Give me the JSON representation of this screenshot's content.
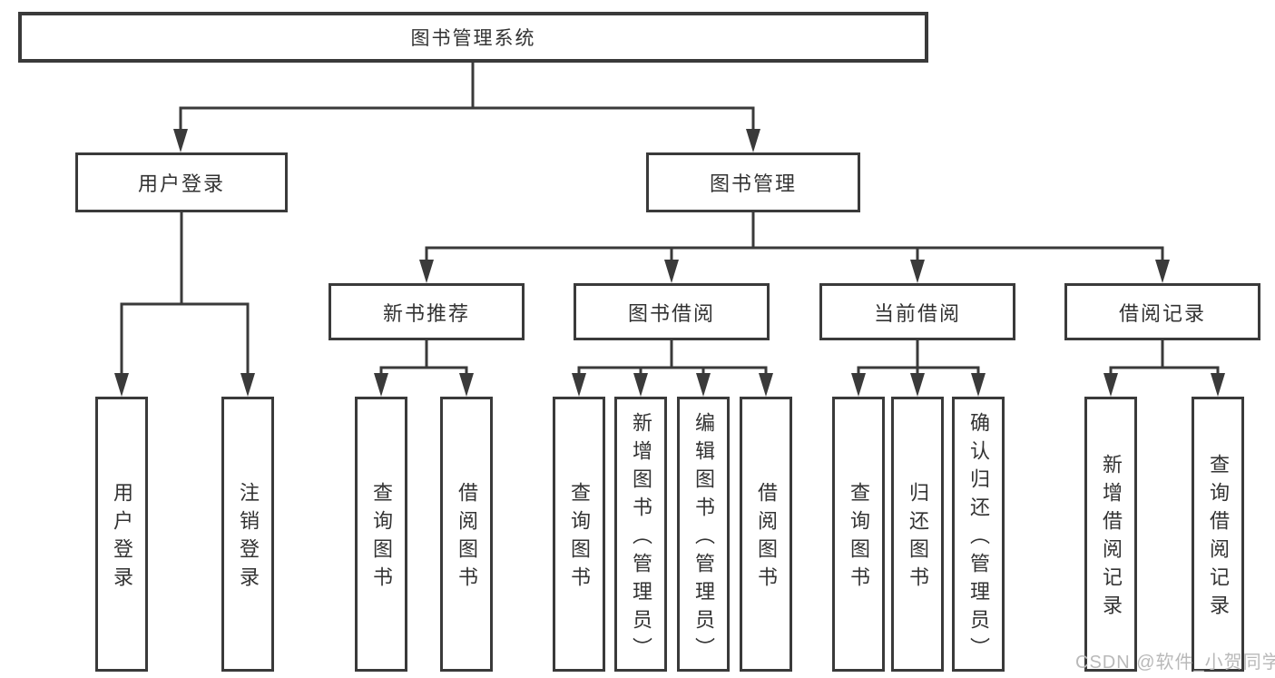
{
  "diagram": {
    "root": {
      "label": "图书管理系统"
    },
    "level2": [
      {
        "id": "user-login",
        "label": "用户登录"
      },
      {
        "id": "book-management",
        "label": "图书管理"
      }
    ],
    "level3": [
      {
        "id": "new-book-recommend",
        "label": "新书推荐"
      },
      {
        "id": "book-borrowing",
        "label": "图书借阅"
      },
      {
        "id": "current-borrowing",
        "label": "当前借阅"
      },
      {
        "id": "borrowing-records",
        "label": "借阅记录"
      }
    ],
    "leaves": {
      "user_login": [
        {
          "label": "用户登录"
        },
        {
          "label": "注销登录"
        }
      ],
      "new_book_recommend": [
        {
          "label": "查询图书"
        },
        {
          "label": "借阅图书"
        }
      ],
      "book_borrowing": [
        {
          "label": "查询图书"
        },
        {
          "label": "新增图书（管理员）"
        },
        {
          "label": "编辑图书（管理员）"
        },
        {
          "label": "借阅图书"
        }
      ],
      "current_borrowing": [
        {
          "label": "查询图书"
        },
        {
          "label": "归还图书"
        },
        {
          "label": "确认归还（管理员）"
        }
      ],
      "borrowing_records": [
        {
          "label": "新增借阅记录"
        },
        {
          "label": "查询借阅记录"
        }
      ]
    }
  },
  "watermark": {
    "text": "CSDN @软件_小贺同学"
  },
  "colors": {
    "line": "#3a3a3a",
    "text": "#333333",
    "watermark": "#b9b9b9",
    "background": "#ffffff"
  }
}
